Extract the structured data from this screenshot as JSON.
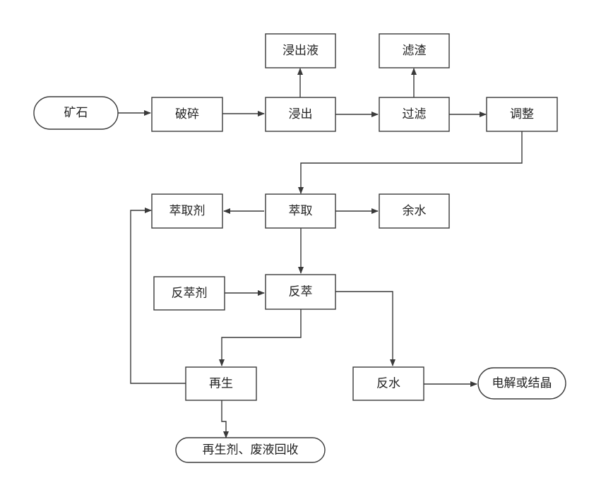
{
  "diagram": {
    "nodes": {
      "ore": "矿石",
      "crushing": "破碎",
      "leaching": "浸出",
      "leachate": "浸出液",
      "filtration": "过滤",
      "filter_residue": "滤渣",
      "adjustment": "调整",
      "extraction": "萃取",
      "extractant": "萃取剂",
      "raffinate": "余水",
      "stripping": "反萃",
      "stripping_agent": "反萃剂",
      "regeneration": "再生",
      "strip_water": "反水",
      "electrolysis_or_crystallization": "电解或结晶",
      "recovery": "再生剂、废液回收"
    },
    "colors": {
      "line": "#3a3a3a",
      "text": "#222222",
      "background": "#ffffff"
    }
  }
}
